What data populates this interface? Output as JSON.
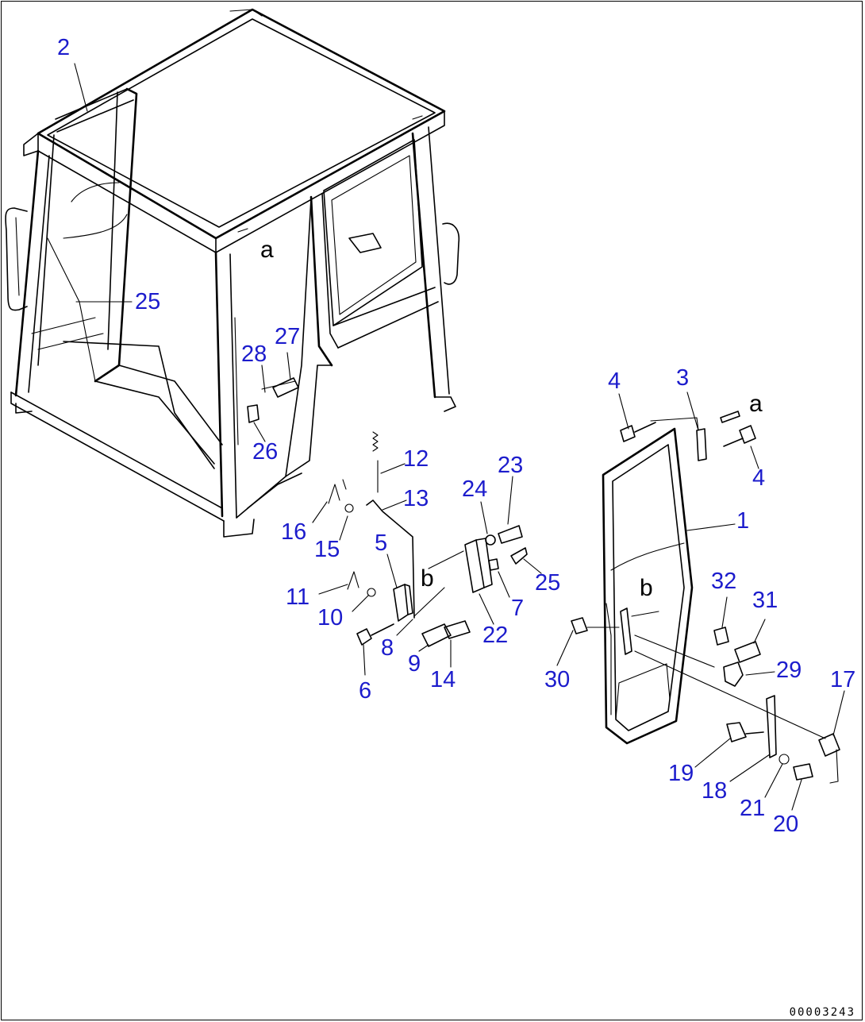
{
  "diagram": {
    "code": "00003243",
    "ref_letters": [
      "a",
      "a",
      "b",
      "b"
    ],
    "callouts": [
      "2",
      "25",
      "28",
      "27",
      "26",
      "12",
      "13",
      "23",
      "24",
      "16",
      "15",
      "5",
      "25",
      "11",
      "10",
      "8",
      "22",
      "7",
      "9",
      "14",
      "6",
      "4",
      "3",
      "4",
      "1",
      "32",
      "31",
      "30",
      "29",
      "17",
      "19",
      "18",
      "21",
      "20"
    ]
  },
  "colors": {
    "callout": "#1c1ccc",
    "line": "#000000"
  }
}
